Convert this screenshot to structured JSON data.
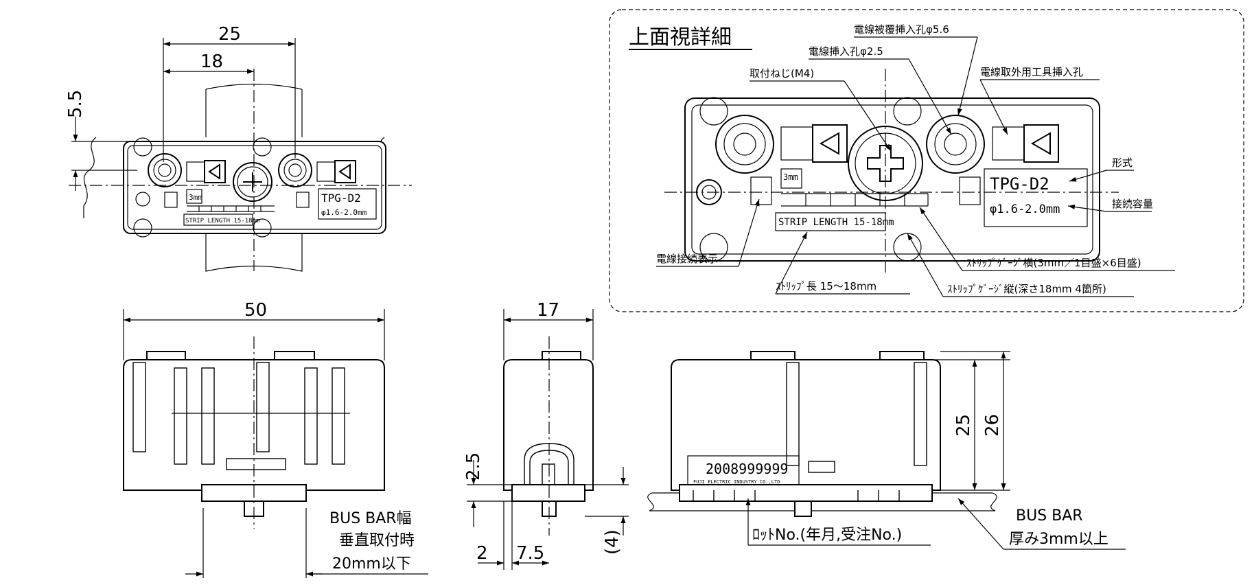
{
  "top_view": {
    "dim_width": "25",
    "dim_center": "18",
    "dim_offset": "5.5",
    "model": "TPG-D2",
    "wire_range": "φ1.6-2.0mm",
    "strip_length": "STRIP LENGTH 15-18mm",
    "gauge_mark": "3mm"
  },
  "detail": {
    "title": "上面視詳細",
    "callouts": {
      "mount_screw": "取付ねじ(M4)",
      "wire_hole": "電線挿入孔φ2.5",
      "insulation_hole": "電線被覆挿入孔φ5.6",
      "tool_hole": "電線取外用工具挿入孔",
      "type": "形式",
      "capacity": "接続容量",
      "indicator": "電線接続表示",
      "strip_length": "ｽﾄﾘｯﾌﾟ長 15～18mm",
      "gauge_horizontal": "ｽﾄﾘｯﾌﾟｹﾞｰｼﾞ横(3mm／1目盛×6目盛)",
      "gauge_vertical": "ｽﾄﾘｯﾌﾟｹﾞｰｼﾞ縦(深さ18mm 4箇所)"
    }
  },
  "front_view": {
    "dim_length": "50",
    "busbar_note_1": "BUS BAR幅",
    "busbar_note_2": "垂直取付時",
    "busbar_note_3": "20mm以下"
  },
  "side_view": {
    "dim_depth": "17",
    "dim_2_5": "2.5",
    "dim_4": "(4)",
    "dim_2": "2",
    "dim_7_5": "7.5"
  },
  "rear_view": {
    "dim_25": "25",
    "dim_26": "26",
    "lot_number": "2008999999",
    "maker": "FUJI ELECTRIC INDUSTRY CO.,LTD",
    "lot_note": "ﾛｯﾄNo.(年月,受注No.)",
    "busbar_label": "BUS BAR",
    "busbar_thickness": "厚み3mm以上"
  }
}
